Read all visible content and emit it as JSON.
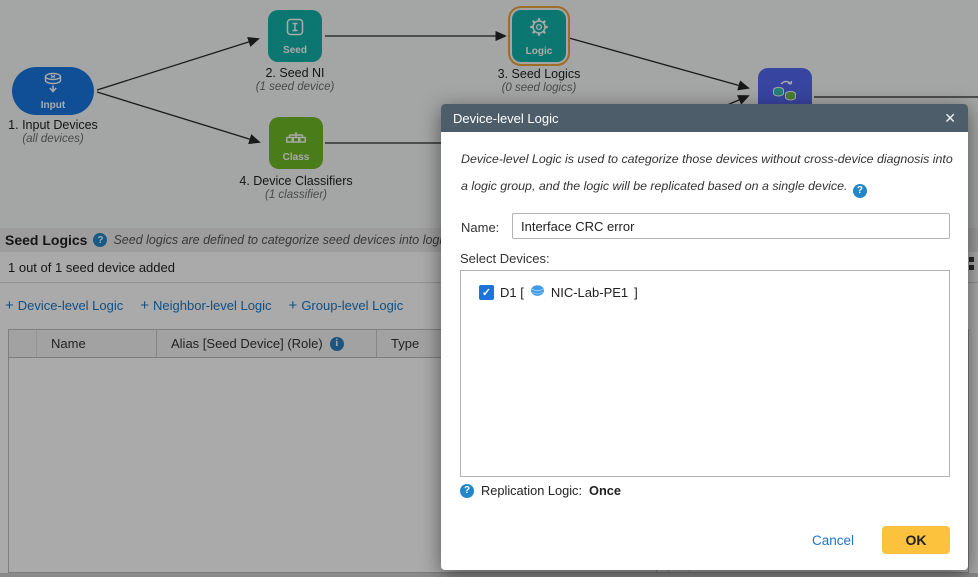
{
  "icons": {
    "close": "✕",
    "help": "?",
    "info": "i",
    "plus": "+",
    "check": "✓"
  },
  "diagram": {
    "nodes": {
      "input": {
        "badge": "Input",
        "title": "1. Input Devices",
        "subtitle": "(all devices)"
      },
      "seed_ni": {
        "badge": "Seed",
        "title": "2. Seed NI",
        "subtitle": "(1 seed device)"
      },
      "seed_logics": {
        "badge": "Logic",
        "title": "3. Seed Logics",
        "subtitle": "(0 seed logics)"
      },
      "classifiers": {
        "badge": "Class",
        "title": "4. Device Classifiers",
        "subtitle": "(1 classifier)"
      }
    }
  },
  "section": {
    "title": "Seed Logics",
    "description": "Seed logics are defined to categorize seed devices into logic group",
    "status": "1 out of 1 seed device added"
  },
  "toolbar": {
    "links": [
      {
        "label": "Device-level Logic"
      },
      {
        "label": "Neighbor-level Logic"
      },
      {
        "label": "Group-level Logic"
      }
    ]
  },
  "table": {
    "columns": [
      {
        "label": "Name"
      },
      {
        "label": "Alias [Seed Device] (Role)"
      },
      {
        "label": "Type"
      }
    ]
  },
  "modal": {
    "title": "Device-level Logic",
    "description": "Device-level Logic is used to categorize those devices without cross-device diagnosis into a logic group, and the logic will be replicated based on a single device.",
    "name_label": "Name:",
    "name_value": "Interface CRC error",
    "select_devices_label": "Select Devices:",
    "device": {
      "label_before": "D1 [",
      "name": "NIC-Lab-PE1",
      "label_after": "]"
    },
    "replication_label": "Replication Logic:",
    "replication_value": "Once",
    "cancel_label": "Cancel",
    "ok_label": "OK"
  },
  "colors": {
    "node_teal": "#12b3aa",
    "node_green": "#6fbb28",
    "node_blue": "#1877e0",
    "node_indigo": "#5468f0",
    "selection_orange": "#f0a43c",
    "link_blue": "#1878c8",
    "modal_header": "#4d5d6a",
    "ok_yellow": "#fcc23d",
    "checkbox_blue": "#1b74d9",
    "help_blue": "#2187ca"
  }
}
